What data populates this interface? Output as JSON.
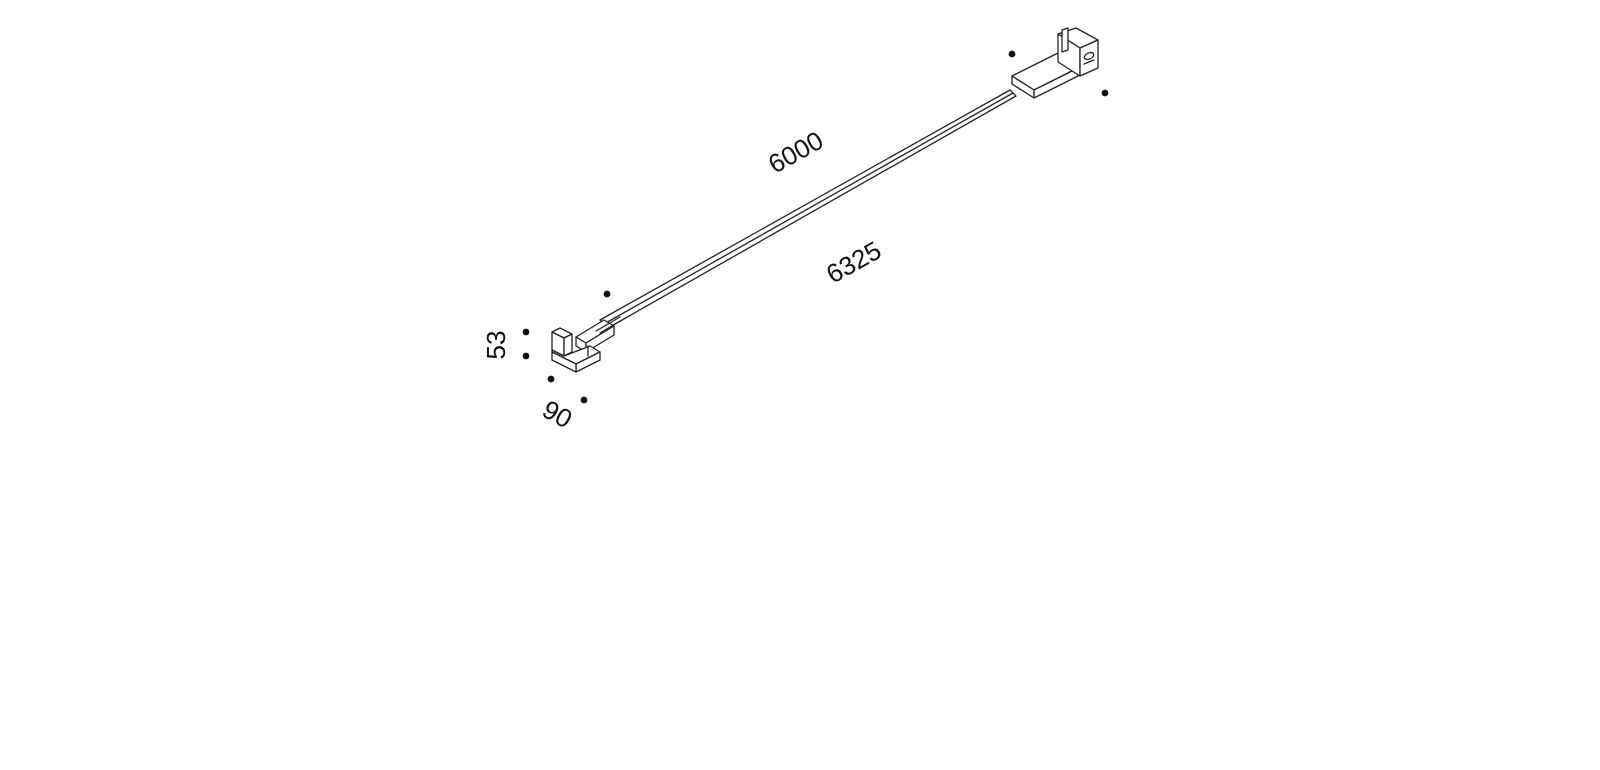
{
  "dimensions": {
    "total_length": "6325",
    "profile_length": "6000",
    "height": "53",
    "width": "90"
  }
}
